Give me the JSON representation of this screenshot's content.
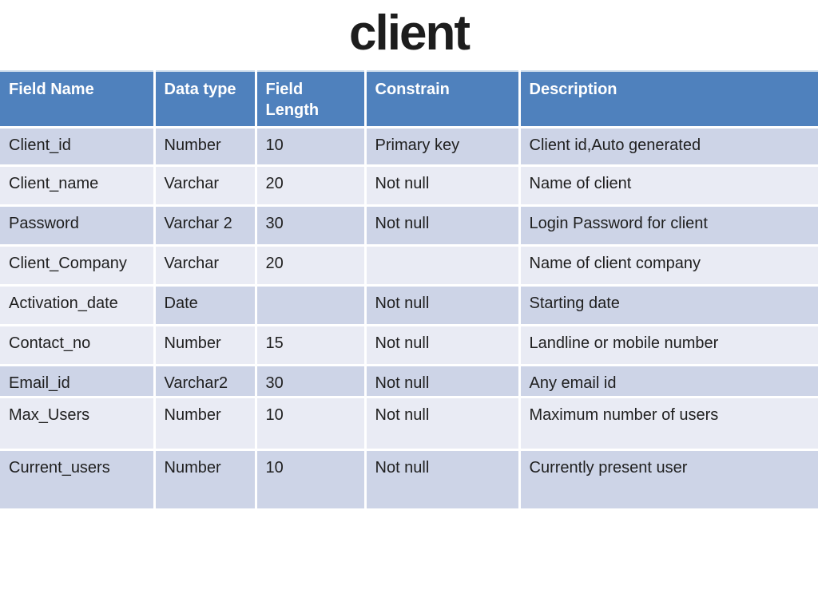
{
  "title": "client",
  "table": {
    "columns": [
      "Field Name",
      "Data type",
      "Field Length",
      "Constrain",
      "Description"
    ],
    "rows": [
      {
        "cells": [
          "Client_id",
          "Number",
          "10",
          "Primary key",
          "Client id,Auto generated"
        ]
      },
      {
        "cells": [
          "Client_name",
          "Varchar",
          "20",
          "Not null",
          "Name of client"
        ]
      },
      {
        "cells": [
          "Password",
          "Varchar 2",
          "30",
          "Not null",
          "Login Password for client"
        ]
      },
      {
        "cells": [
          "Client_Company",
          "Varchar",
          "20",
          "",
          "Name of client company"
        ]
      },
      {
        "cells": [
          "Activation_date",
          "Date",
          "",
          "Not null",
          "Starting date"
        ]
      },
      {
        "cells": [
          "Contact_no",
          "Number",
          "15",
          "Not null",
          "Landline or mobile number"
        ]
      },
      {
        "cells": [
          "Email_id",
          "Varchar2",
          "30",
          "Not null",
          "Any email id"
        ]
      },
      {
        "cells": [
          "Max_Users",
          "Number",
          "10",
          "Not null",
          "Maximum number of users"
        ]
      },
      {
        "cells": [
          "Current_users",
          "Number",
          "10",
          "Not null",
          "Currently present user"
        ]
      }
    ]
  },
  "colors": {
    "header_bg": "#4f81bd",
    "header_text": "#ffffff",
    "band_dark": "#cdd4e7",
    "band_light": "#e9ebf4",
    "body_text": "#1f1f1f",
    "title_text": "#1d1d1d"
  }
}
